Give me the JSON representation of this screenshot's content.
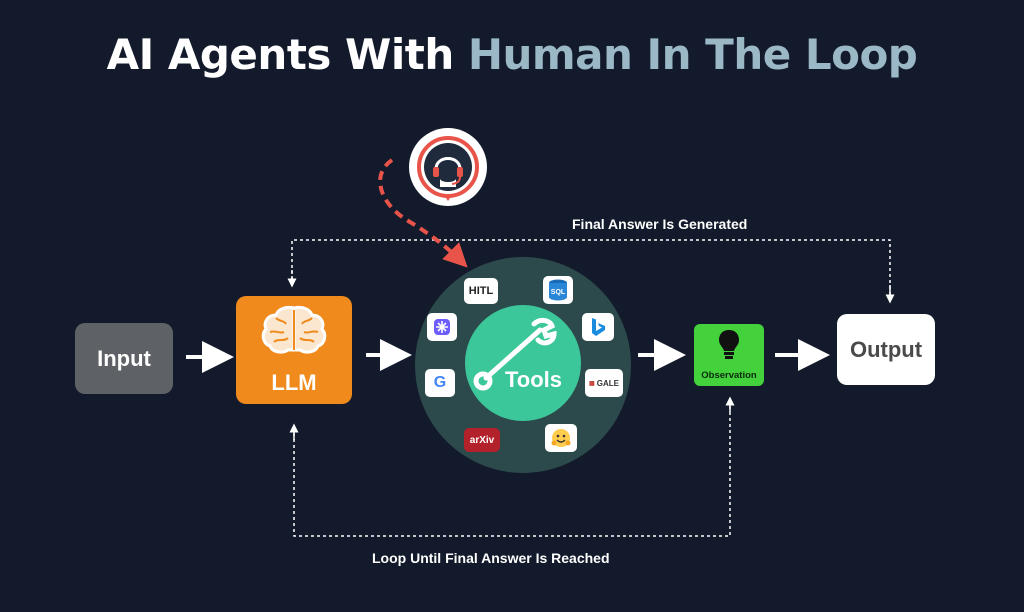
{
  "title": {
    "part1": "AI Agents With ",
    "part2": "Human In The Loop"
  },
  "nodes": {
    "input": "Input",
    "llm": "LLM",
    "tools": "Tools",
    "observation": "Observation",
    "output": "Output"
  },
  "tool_icons": {
    "hitl": "HITL",
    "sql": "SQL",
    "gale": "GALE",
    "arxiv": "arXiv",
    "google": "G"
  },
  "loop_labels": {
    "top": "Final Answer  Is Generated",
    "bottom": "Loop Until Final Answer Is Reached"
  },
  "colors": {
    "background": "#121a2b",
    "title_accent": "#9ab8c6",
    "llm": "#f08a1c",
    "tools": "#3cc79a",
    "tools_ring": "#2c4a4b",
    "observation": "#43d13c",
    "human_arrow": "#e8544a"
  }
}
